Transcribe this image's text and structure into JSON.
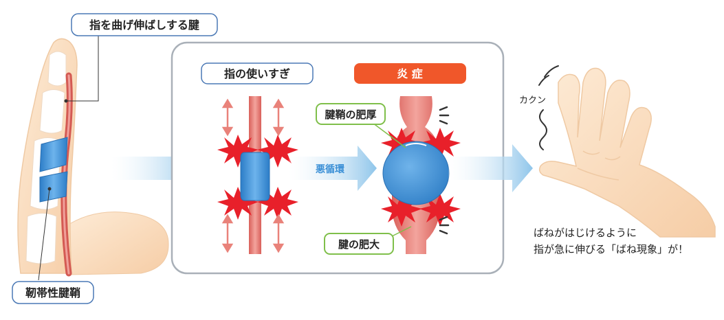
{
  "labels": {
    "flexor_tendon": "指を曲げ伸ばしする腱",
    "sheath": "靭帯性腱鞘",
    "overuse": "指の使いすぎ",
    "inflammation": "炎 症",
    "sheath_thickening": "腱鞘の肥厚",
    "tendon_hypertrophy": "腱の肥大",
    "vicious_cycle": "悪循環",
    "kakun": "カクン",
    "caption_line1": "ばねがはじけるように",
    "caption_line2": "指が急に伸びる「ばね現象」が！"
  },
  "colors": {
    "inflammation_badge": "#f0572a",
    "label_border_blue": "#4a78b5",
    "label_border_green": "#7fbf4a",
    "panel_border": "#a9b0b8",
    "arrow_blue": "#8ec5ea",
    "sheath_blue": "#3d8fd8",
    "tendon_red": "#e9827a",
    "burst_red": "#e8202a",
    "skin": "#fbe0c4"
  }
}
